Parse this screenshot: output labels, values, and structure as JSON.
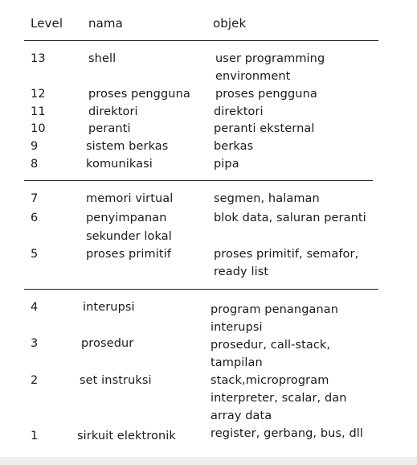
{
  "headers": {
    "level": "Level",
    "nama": "nama",
    "objek": "objek"
  },
  "rows": [
    {
      "level": "13",
      "nama": [
        "shell"
      ],
      "objek": [
        "user programming",
        "environment"
      ]
    },
    {
      "level": "12",
      "nama": [
        "proses pengguna"
      ],
      "objek": [
        "proses pengguna"
      ]
    },
    {
      "level": "11",
      "nama": [
        "direktori"
      ],
      "objek": [
        "direktori"
      ]
    },
    {
      "level": "10",
      "nama": [
        "peranti"
      ],
      "objek": [
        "peranti eksternal"
      ]
    },
    {
      "level": "9",
      "nama": [
        "sistem berkas"
      ],
      "objek": [
        "berkas"
      ]
    },
    {
      "level": "8",
      "nama": [
        "komunikasi"
      ],
      "objek": [
        "pipa"
      ]
    },
    {
      "level": "7",
      "nama": [
        "memori virtual"
      ],
      "objek": [
        "segmen, halaman"
      ]
    },
    {
      "level": "6",
      "nama": [
        "penyimpanan",
        "sekunder lokal"
      ],
      "objek": [
        "blok data, saluran peranti"
      ]
    },
    {
      "level": "5",
      "nama": [
        "proses primitif"
      ],
      "objek": [
        "proses primitif, semafor,",
        "ready list"
      ]
    },
    {
      "level": "4",
      "nama": [
        "interupsi"
      ],
      "objek": [
        "program penanganan",
        "interupsi"
      ]
    },
    {
      "level": "3",
      "nama": [
        "prosedur"
      ],
      "objek": [
        "prosedur, call-stack,",
        "tampilan"
      ]
    },
    {
      "level": "2",
      "nama": [
        "set instruksi"
      ],
      "objek": [
        "stack,microprogram",
        "interpreter, scalar, dan",
        "array data"
      ]
    },
    {
      "level": "1",
      "nama": [
        "sirkuit elektronik"
      ],
      "objek": [
        "register, gerbang, bus, dll"
      ]
    }
  ]
}
